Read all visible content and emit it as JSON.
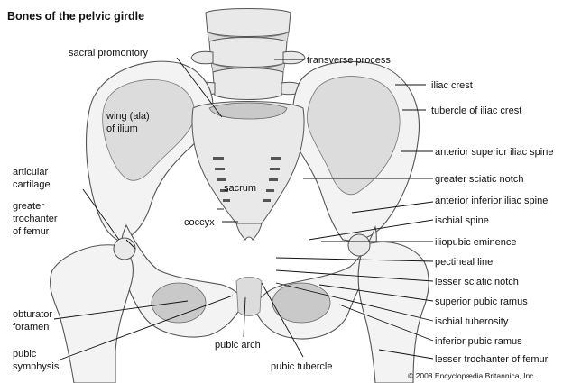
{
  "title": "Bones of the pelvic girdle",
  "copyright": "© 2008 Encyclopædia Britannica, Inc.",
  "labels": {
    "sacral_promontory": "sacral promontory",
    "transverse_process": "transverse process",
    "iliac_crest": "iliac crest",
    "tubercle_of_iliac_crest": "tubercle of iliac crest",
    "wing_ala_1": "wing (ala)",
    "wing_ala_2": "of ilium",
    "anterior_superior_iliac_spine": "anterior superior iliac spine",
    "greater_sciatic_notch": "greater sciatic notch",
    "articular_cartilage_1": "articular",
    "articular_cartilage_2": "cartilage",
    "sacrum": "sacrum",
    "anterior_inferior_iliac_spine": "anterior inferior iliac spine",
    "greater_trochanter_1": "greater",
    "greater_trochanter_2": "trochanter",
    "greater_trochanter_3": "of femur",
    "coccyx": "coccyx",
    "ischial_spine": "ischial spine",
    "iliopubic_eminence": "iliopubic eminence",
    "pectineal_line": "pectineal line",
    "lesser_sciatic_notch": "lesser sciatic notch",
    "superior_pubic_ramus": "superior pubic ramus",
    "obturator_foramen_1": "obturator",
    "obturator_foramen_2": "foramen",
    "ischial_tuberosity": "ischial tuberosity",
    "inferior_pubic_ramus": "inferior pubic ramus",
    "pubic_symphysis_1": "pubic",
    "pubic_symphysis_2": "symphysis",
    "pubic_arch": "pubic arch",
    "pubic_tubercle": "pubic tubercle",
    "lesser_trochanter": "lesser trochanter of femur"
  }
}
